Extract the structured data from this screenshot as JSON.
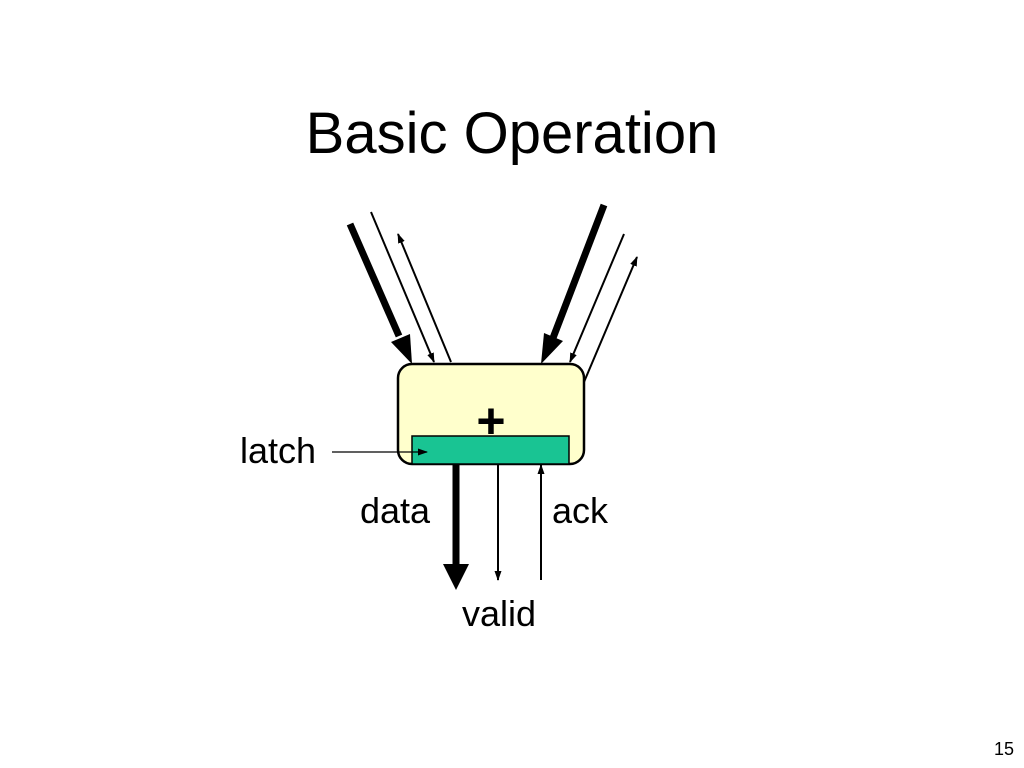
{
  "slide": {
    "title": "Basic Operation",
    "page_number": "15"
  },
  "diagram": {
    "operator_symbol": "+",
    "labels": {
      "latch": "latch",
      "data": "data",
      "ack": "ack",
      "valid": "valid"
    },
    "colors": {
      "unit_fill": "#FFFFCC",
      "latch_fill": "#19C493",
      "stroke": "#000000"
    }
  }
}
